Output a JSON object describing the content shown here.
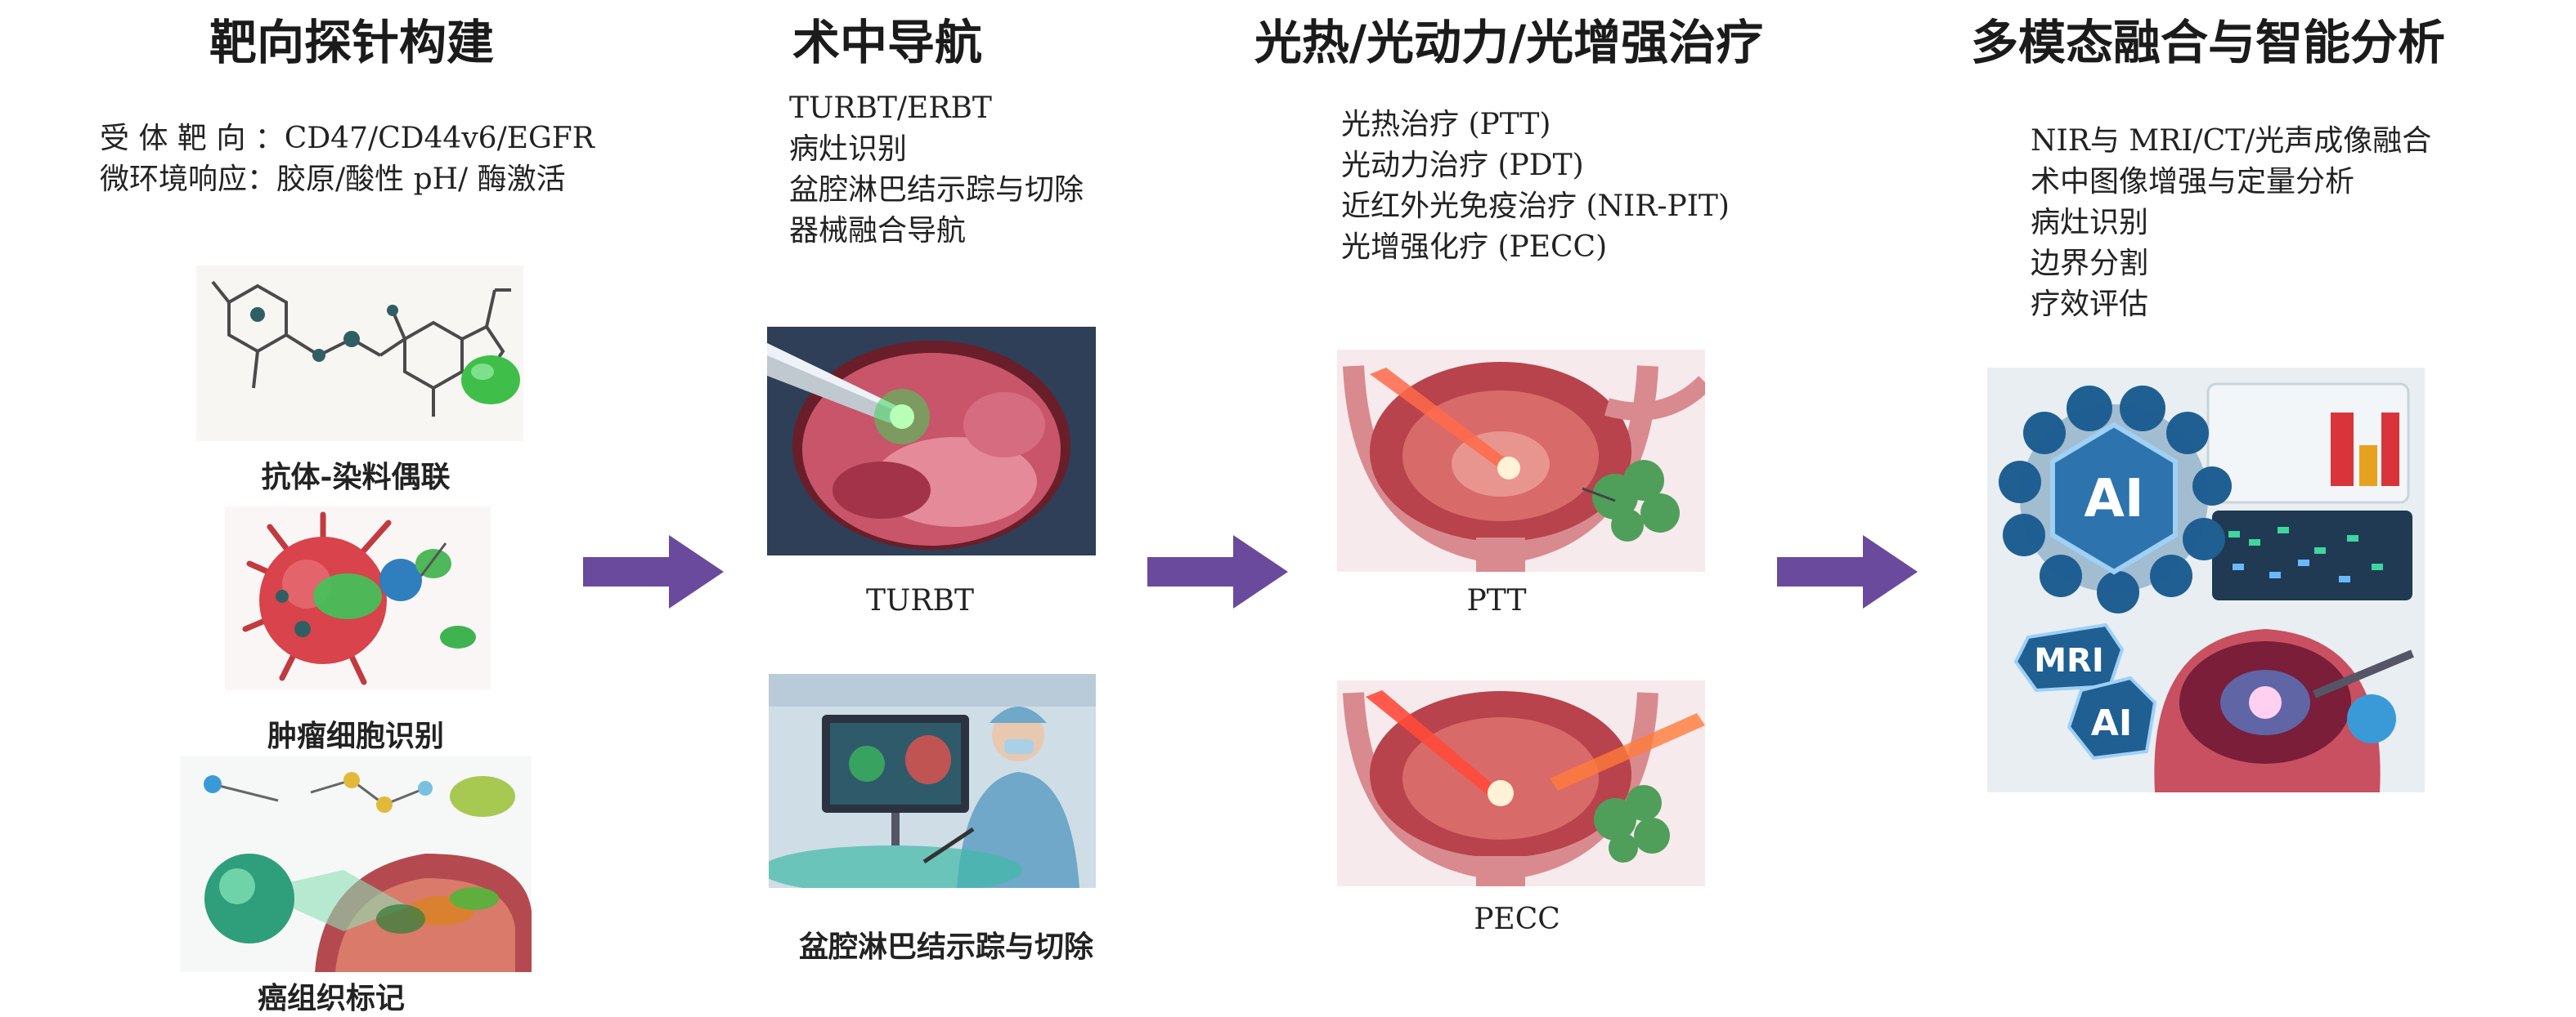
{
  "columns": [
    {
      "title": "靶向探针构建",
      "lines": [
        "受 体 靶 向 ：CD47/CD44v6/EGFR",
        "微环境响应：胶原/酸性 pH/ 酶激活"
      ],
      "captions": [
        "抗体-染料偶联",
        "肿瘤细胞识别",
        "癌组织标记"
      ]
    },
    {
      "title": "术中导航",
      "lines": [
        "TURBT/ERBT",
        "病灶识别",
        "盆腔淋巴结示踪与切除",
        "器械融合导航"
      ],
      "captions": [
        "TURBT",
        "盆腔淋巴结示踪与切除"
      ]
    },
    {
      "title": "光热/光动力/光增强治疗",
      "lines": [
        "光热治疗 (PTT)",
        "光动力治疗 (PDT)",
        "近红外光免疫治疗 (NIR-PIT)",
        "光增强化疗 (PECC)"
      ],
      "captions": [
        "PTT",
        "PECC"
      ]
    },
    {
      "title": "多模态融合与智能分析",
      "lines": [
        "NIR与 MRI/CT/光声成像融合",
        "术中图像增强与定量分析",
        "病灶识别",
        "边界分割",
        "疗效评估"
      ],
      "captions": []
    }
  ],
  "ai_panel": {
    "hex_label": "AI",
    "badge_mri": "MRI",
    "badge_ai": "AI"
  },
  "colors": {
    "arrow": "#6a4a9c",
    "ai_blue": "#1f5f92",
    "tissue_red": "#c7505a",
    "green_glow": "#3fd45a"
  }
}
